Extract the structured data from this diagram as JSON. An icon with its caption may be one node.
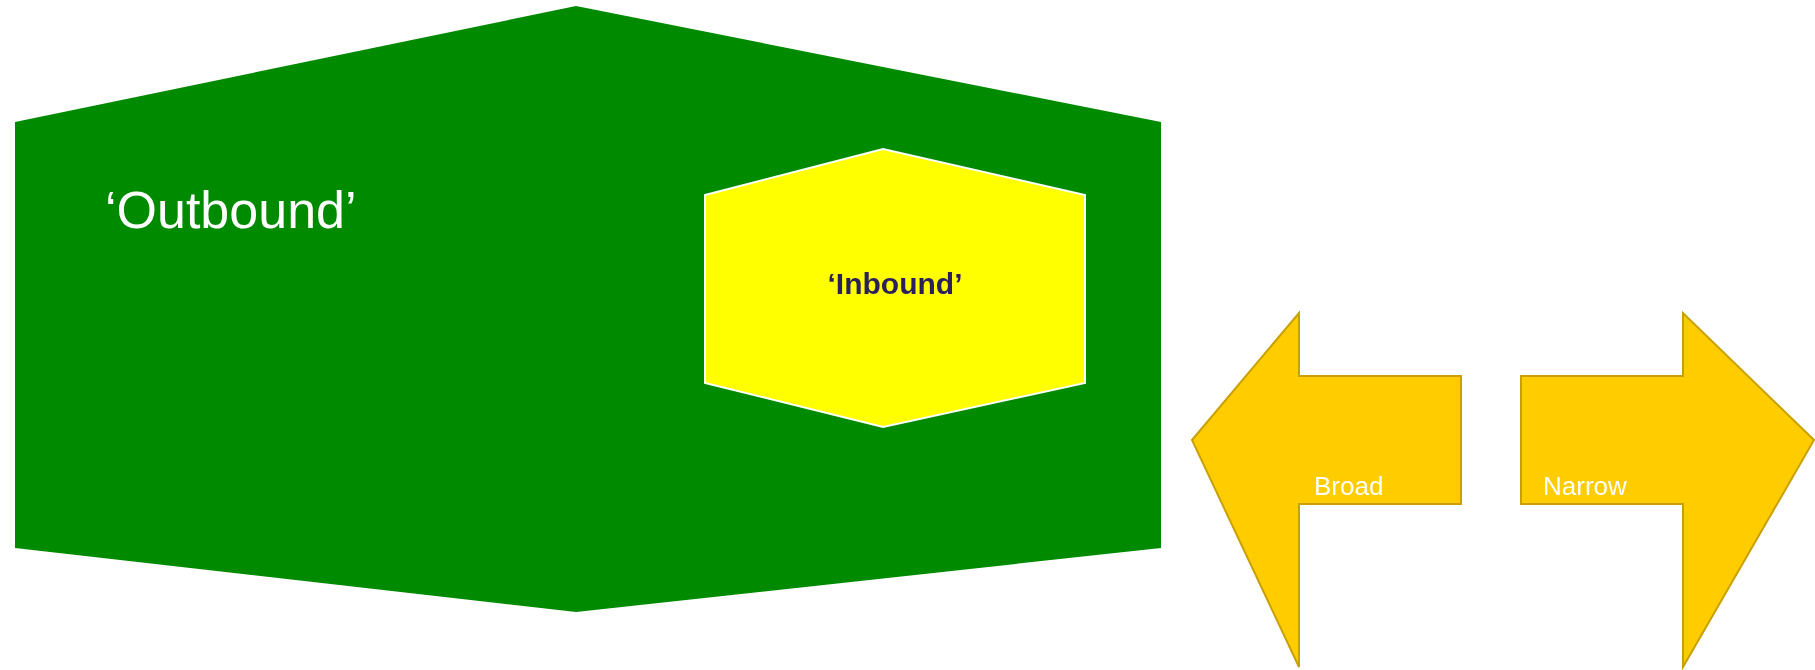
{
  "diagram": {
    "nodes": [
      {
        "text": [
          "‘Outbound’"
        ]
      },
      {
        "text": [
          "‘Inbound’"
        ],
        "in": 0
      },
      {
        "text": [
          "Broad"
        ]
      },
      {
        "text": [
          "Narrow"
        ]
      }
    ]
  }
}
